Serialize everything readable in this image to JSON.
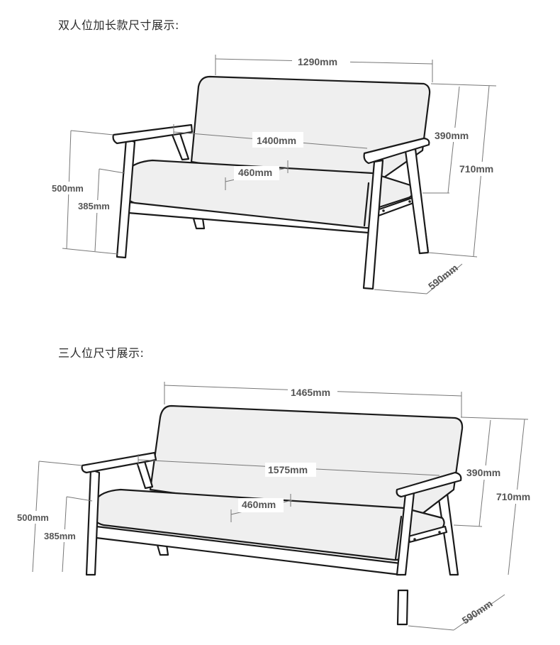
{
  "sections": [
    {
      "heading": "双人位加长款尺寸展示:",
      "dims": {
        "width_back": "1290mm",
        "width_total": "1400mm",
        "seat_depth": "460mm",
        "back_height": "390mm",
        "total_height": "710mm",
        "arm_height": "500mm",
        "seat_height": "385mm",
        "depth": "590mm"
      }
    },
    {
      "heading": "三人位尺寸展示:",
      "dims": {
        "width_back": "1465mm",
        "width_total": "1575mm",
        "seat_depth": "460mm",
        "back_height": "390mm",
        "total_height": "710mm",
        "arm_height": "500mm",
        "seat_height": "385mm",
        "depth": "590mm"
      }
    }
  ]
}
